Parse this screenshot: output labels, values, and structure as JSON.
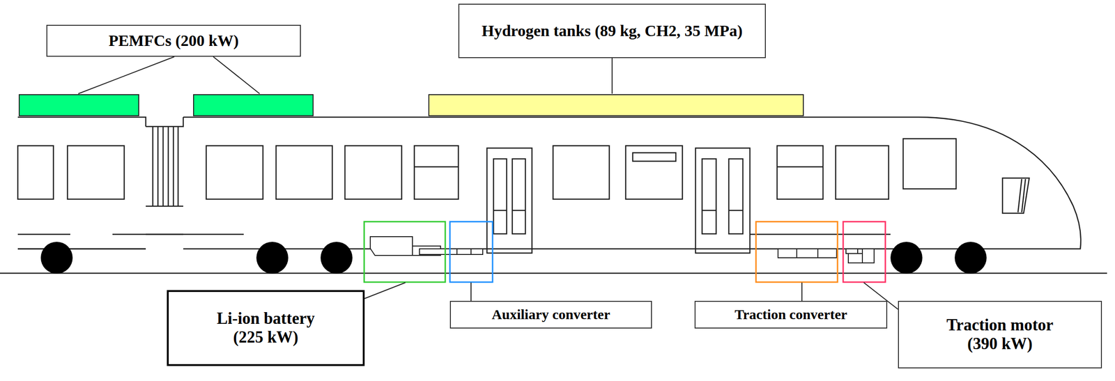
{
  "diagram": {
    "nodes": [
      {
        "text": [
          "PEMFCs (200 kW)"
        ]
      },
      {
        "text": [
          "Hydrogen tanks (89 kg, CH2, 35 MPa)"
        ]
      },
      {
        "text": [
          "Li-ion battery (225 kW)"
        ]
      },
      {
        "text": [
          "Auxiliary converter"
        ]
      },
      {
        "text": [
          "Traction converter"
        ]
      },
      {
        "text": [
          "Traction motor (390 kW)"
        ]
      }
    ]
  }
}
